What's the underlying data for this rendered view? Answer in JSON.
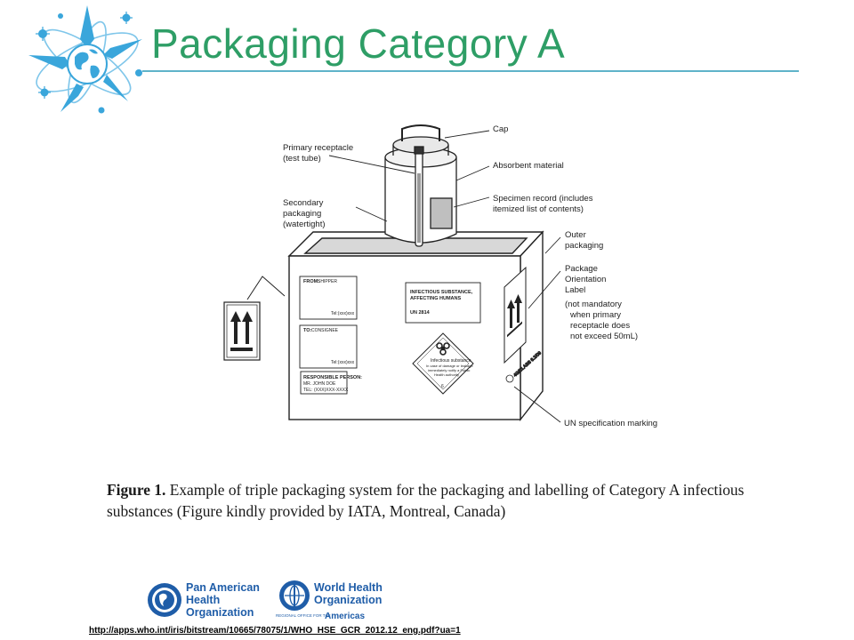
{
  "slide": {
    "title": "Packaging Category A"
  },
  "figure": {
    "labels": {
      "cap": "Cap",
      "primary_1": "Primary receptacle",
      "primary_2": "(test tube)",
      "absorbent": "Absorbent material",
      "specimen_1": "Specimen record (includes",
      "specimen_2": "itemized list of contents)",
      "secondary_1": "Secondary",
      "secondary_2": "packaging",
      "secondary_3": "(watertight)",
      "outer_1": "Outer",
      "outer_2": "packaging",
      "orient_1": "Package",
      "orient_2": "Orientation",
      "orient_3": "Label",
      "orient_4": "(not mandatory",
      "orient_5": "when primary",
      "orient_6": "receptacle does",
      "orient_7": "not exceed 50mL)",
      "un_spec": "UN specification marking"
    },
    "box_text": {
      "from": "FROM:",
      "shipper": "SHIPPER",
      "tel1": "Tel:(xxx)xxx",
      "to": "TO:",
      "consignee": "CONSIGNEE",
      "tel2": "Tel:(xxx)xxx",
      "responsible_1": "RESPONSIBLE PERSON:",
      "responsible_2": "MR. JOHN DOE",
      "responsible_3": "TEL: (XXX)XXX-XXXX",
      "infectious_1": "INFECTIOUS SUBSTANCE,",
      "infectious_2": "AFFECTING HUMANS",
      "un_number": "UN 2814",
      "diamond_1": "Infectious substance",
      "diamond_2": "In case of damage or leakage",
      "diamond_3": "immediately notify a Public",
      "diamond_4": "Health authority",
      "diamond_class": "6",
      "side_mark": "4G/CLASS 6.2/09"
    }
  },
  "caption": {
    "figure_label": "Figure 1.",
    "text": " Example of triple packaging system for the packaging and labelling of Category A infectious substances (Figure kindly provided by IATA, Montreal, Canada)"
  },
  "logos": {
    "paho_1": "Pan American",
    "paho_2": "Health",
    "paho_3": "Organization",
    "who_1": "World Health",
    "who_2": "Organization",
    "who_region_1": "REGIONAL OFFICE FOR THE",
    "who_region_2": "Americas"
  },
  "footer": {
    "url": "http://apps.who.int/iris/bitstream/10665/78075/1/WHO_HSE_GCR_2012.12_eng.pdf?ua=1"
  },
  "colors": {
    "title": "#2e9e66",
    "rule": "#5fb3c9",
    "logo_blue": "#3aa6db",
    "paho_blue": "#1f5da8"
  }
}
